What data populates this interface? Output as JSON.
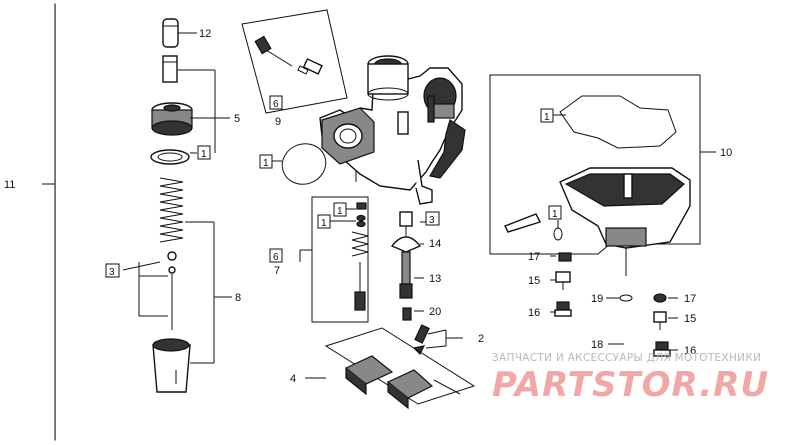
{
  "labels": {
    "l12": "12",
    "l5": "5",
    "l8": "8",
    "l11": "11",
    "l9": "9",
    "l7": "7",
    "l14": "14",
    "l13": "13",
    "l20": "20",
    "l2": "2",
    "l4": "4",
    "l10": "10",
    "l17a": "17",
    "l15a": "15",
    "l16a": "16",
    "l19": "19",
    "l17b": "17",
    "l15b": "15",
    "l18": "18",
    "l16b": "16"
  },
  "boxed": {
    "b1_washer": "1",
    "b6_screw": "6",
    "b1_oring": "1",
    "b1_top": "1",
    "b1_mid": "1",
    "b6_group": "6",
    "b3_left": "3",
    "b3_right": "3",
    "b1_gasket": "1",
    "b1_bowl": "1"
  },
  "watermark": {
    "line1": "ЗАПЧАСТИ И АКСЕССУАРЫ ДЛЯ МОТОТЕХНИКИ",
    "line2": "PARTSTOR.RU"
  }
}
